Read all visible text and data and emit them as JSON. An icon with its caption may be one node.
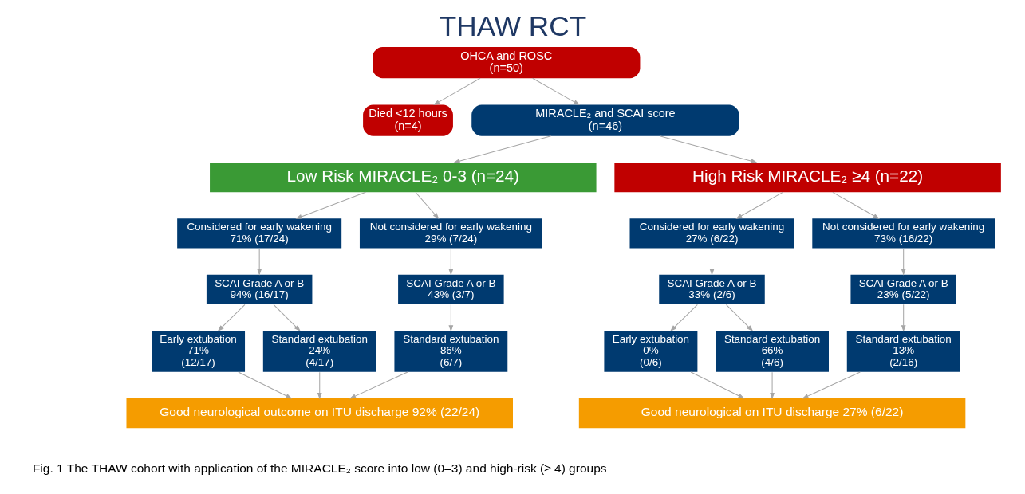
{
  "diagram": {
    "title": "THAW RCT",
    "caption": "Fig. 1 The THAW cohort with application of the MIRACLE₂ score into low (0–3) and high-risk (≥ 4) groups",
    "nodes": [
      {
        "text": [
          "OHCA and ROSC",
          "(n=50)"
        ]
      },
      {
        "text": [
          "Died <12 hours",
          "(n=4)"
        ]
      },
      {
        "text": [
          "MIRACLE₂ and SCAI score",
          "(n=46)"
        ]
      },
      {
        "text": [
          "Low Risk MIRACLE₂ 0-3 (n=24)"
        ]
      },
      {
        "text": [
          "High Risk MIRACLE₂ ≥4 (n=22)"
        ]
      },
      {
        "text": [
          "Considered for early wakening",
          "71% (17/24)"
        ]
      },
      {
        "text": [
          "Not considered for early wakening",
          "29% (7/24)"
        ]
      },
      {
        "text": [
          "Considered for early wakening",
          "27% (6/22)"
        ]
      },
      {
        "text": [
          "Not considered for early wakening",
          "73% (16/22)"
        ]
      },
      {
        "text": [
          "SCAI Grade A or B",
          "94% (16/17)"
        ]
      },
      {
        "text": [
          "SCAI Grade A or B",
          "43% (3/7)"
        ]
      },
      {
        "text": [
          "SCAI Grade A or B",
          "33% (2/6)"
        ]
      },
      {
        "text": [
          "SCAI Grade A or B",
          "23% (5/22)"
        ]
      },
      {
        "text": [
          "Early extubation",
          "71%",
          "(12/17)"
        ]
      },
      {
        "text": [
          "Standard extubation",
          "24%",
          "(4/17)"
        ]
      },
      {
        "text": [
          "Standard extubation",
          "86%",
          "(6/7)"
        ]
      },
      {
        "text": [
          "Early extubation",
          "0%",
          "(0/6)"
        ]
      },
      {
        "text": [
          "Standard extubation",
          "66%",
          "(4/6)"
        ]
      },
      {
        "text": [
          "Standard extubation",
          "13%",
          "(2/16)"
        ]
      },
      {
        "text": [
          "Good neurological outcome on ITU discharge 92% (22/24)"
        ]
      },
      {
        "text": [
          "Good neurological on ITU discharge 27% (6/22)"
        ]
      }
    ],
    "edges": [
      {
        "from": 0,
        "to": 2,
        "arrow": "to"
      },
      {
        "from": 0,
        "to": 1,
        "arrow": "to"
      },
      {
        "from": 2,
        "to": 3,
        "arrow": "to"
      },
      {
        "from": 2,
        "to": 4,
        "arrow": "to"
      },
      {
        "from": 3,
        "to": 5,
        "arrow": "to"
      },
      {
        "from": 3,
        "to": 6,
        "arrow": "to"
      },
      {
        "from": 4,
        "to": 7,
        "arrow": "to"
      },
      {
        "from": 4,
        "to": 8,
        "arrow": "to"
      },
      {
        "from": 5,
        "to": 9,
        "arrow": "to"
      },
      {
        "from": 6,
        "to": 10,
        "arrow": "to"
      },
      {
        "from": 7,
        "to": 11,
        "arrow": "to"
      },
      {
        "from": 8,
        "to": 12,
        "arrow": "to"
      },
      {
        "from": 9,
        "to": 13,
        "arrow": "to"
      },
      {
        "from": 9,
        "to": 14,
        "arrow": "to"
      },
      {
        "from": 10,
        "to": 15,
        "arrow": "to"
      },
      {
        "from": 11,
        "to": 16,
        "arrow": "to"
      },
      {
        "from": 11,
        "to": 17,
        "arrow": "to"
      },
      {
        "from": 12,
        "to": 18,
        "arrow": "to"
      },
      {
        "from": 13,
        "to": 19,
        "arrow": "to"
      },
      {
        "from": 14,
        "to": 19,
        "arrow": "to"
      },
      {
        "from": 15,
        "to": 19,
        "arrow": "to"
      },
      {
        "from": 16,
        "to": 20,
        "arrow": "to"
      },
      {
        "from": 17,
        "to": 20,
        "arrow": "to"
      },
      {
        "from": 18,
        "to": 20,
        "arrow": "to"
      }
    ]
  }
}
